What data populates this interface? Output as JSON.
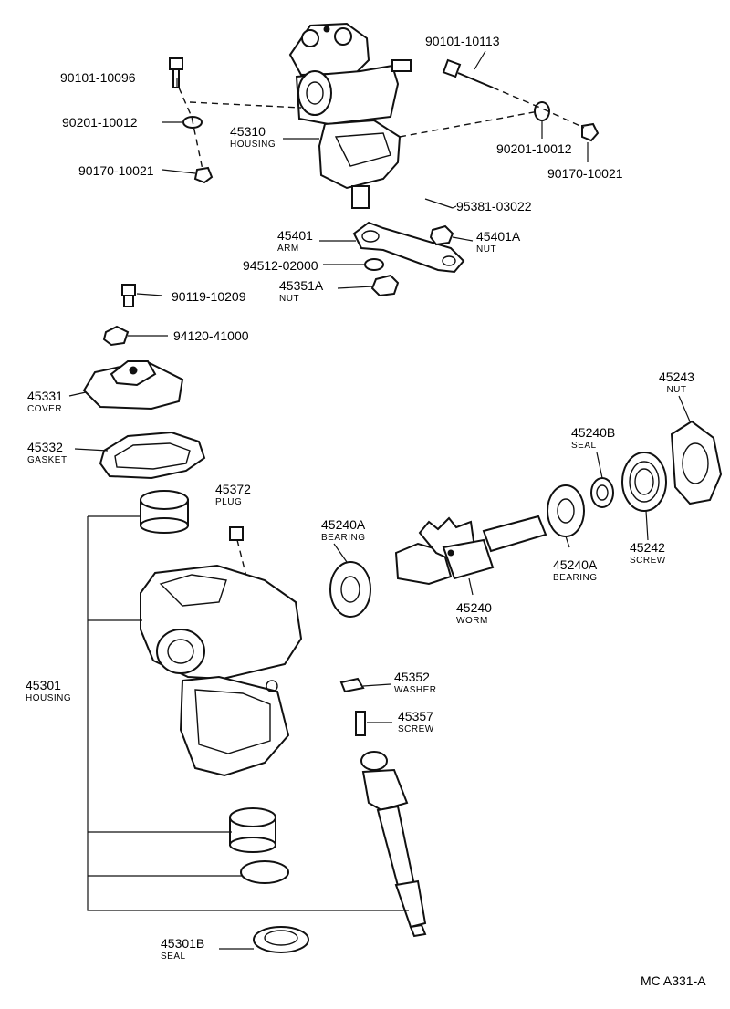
{
  "figure_code": "MC A331-A",
  "parts": {
    "p_90101_10113": {
      "number": "90101-10113"
    },
    "p_90101_10096": {
      "number": "90101-10096"
    },
    "p_90201_10012_left": {
      "number": "90201-10012"
    },
    "p_90170_10021_left": {
      "number": "90170-10021"
    },
    "p_45310": {
      "number": "45310",
      "name": "HOUSING"
    },
    "p_90201_10012_right": {
      "number": "90201-10012"
    },
    "p_90170_10021_right": {
      "number": "90170-10021"
    },
    "p_95381_03022": {
      "number": "95381-03022"
    },
    "p_45401": {
      "number": "45401",
      "name": "ARM"
    },
    "p_45401A": {
      "number": "45401A",
      "name": "NUT"
    },
    "p_94512_02000": {
      "number": "94512-02000"
    },
    "p_45351A": {
      "number": "45351A",
      "name": "NUT"
    },
    "p_90119_10209": {
      "number": "90119-10209"
    },
    "p_94120_41000": {
      "number": "94120-41000"
    },
    "p_45331": {
      "number": "45331",
      "name": "COVER"
    },
    "p_45243": {
      "number": "45243",
      "name": "NUT"
    },
    "p_45332": {
      "number": "45332",
      "name": "GASKET"
    },
    "p_45240B": {
      "number": "45240B",
      "name": "SEAL"
    },
    "p_45372": {
      "number": "45372",
      "name": "PLUG"
    },
    "p_45240A_left": {
      "number": "45240A",
      "name": "BEARING"
    },
    "p_45242": {
      "number": "45242",
      "name": "SCREW"
    },
    "p_45240A_right": {
      "number": "45240A",
      "name": "BEARING"
    },
    "p_45240": {
      "number": "45240",
      "name": "WORM"
    },
    "p_45301": {
      "number": "45301",
      "name": "HOUSING"
    },
    "p_45352": {
      "number": "45352",
      "name": "WASHER"
    },
    "p_45357": {
      "number": "45357",
      "name": "SCREW"
    },
    "p_45301B": {
      "number": "45301B",
      "name": "SEAL"
    }
  }
}
